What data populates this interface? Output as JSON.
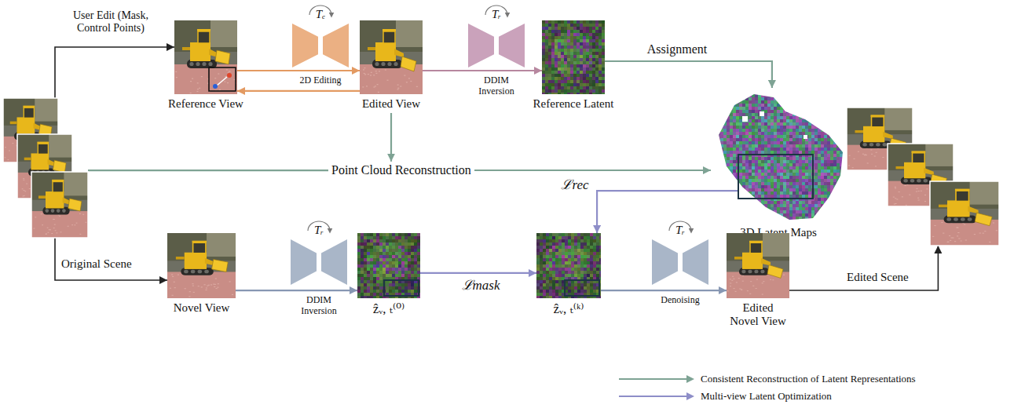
{
  "diagram": {
    "nodes": [
      {
        "text": [
          "Original Scene"
        ]
      },
      {
        "text": [
          "Reference View"
        ]
      },
      {
        "text": [
          "Tₑ"
        ]
      },
      {
        "text": [
          "Edited View"
        ]
      },
      {
        "text": [
          "Tᵣ"
        ]
      },
      {
        "text": [
          "Reference Latent"
        ]
      },
      {
        "text": [
          "3D Latent Maps"
        ]
      },
      {
        "text": [
          "Point Cloud Reconstruction"
        ]
      },
      {
        "text": [
          "Novel View"
        ]
      },
      {
        "text": [
          "Tᵣ"
        ]
      },
      {
        "text": [
          "ẑᵥ, ₜ⁽⁰⁾"
        ]
      },
      {
        "text": [
          "ẑᵥ, ₜ⁽ᵏ⁾"
        ]
      },
      {
        "text": [
          "Tᵣ"
        ]
      },
      {
        "text": [
          "Edited Novel View"
        ]
      },
      {
        "text": [
          "Edited Scene"
        ]
      }
    ],
    "edges": [
      {
        "from": 0,
        "to": 1,
        "arrow": "to",
        "label": "User Edit (Mask, Control Points)"
      },
      {
        "from": 1,
        "to": 3,
        "arrow": "to",
        "label": "2D Editing"
      },
      {
        "from": 3,
        "to": 1,
        "arrow": "to"
      },
      {
        "from": 3,
        "to": 5,
        "arrow": "to",
        "label": "DDIM Inversion"
      },
      {
        "from": 5,
        "to": 6,
        "arrow": "to",
        "label": "Assignment"
      },
      {
        "from": 3,
        "to": 7,
        "arrow": "to"
      },
      {
        "from": 0,
        "to": 7,
        "arrow": "none"
      },
      {
        "from": 7,
        "to": 6,
        "arrow": "to"
      },
      {
        "from": 0,
        "to": 8,
        "arrow": "to"
      },
      {
        "from": 8,
        "to": 10,
        "arrow": "to",
        "label": "DDIM Inversion"
      },
      {
        "from": 10,
        "to": 11,
        "arrow": "to",
        "label": "ℒmask"
      },
      {
        "from": 6,
        "to": 11,
        "arrow": "to",
        "label": "ℒrec"
      },
      {
        "from": 11,
        "to": 13,
        "arrow": "to",
        "label": "Denoising"
      },
      {
        "from": 13,
        "to": 14,
        "arrow": "to"
      }
    ],
    "legend": [
      {
        "text": "Consistent Reconstruction of Latent Representations"
      },
      {
        "text": "Multi-view Latent Optimization"
      }
    ]
  }
}
